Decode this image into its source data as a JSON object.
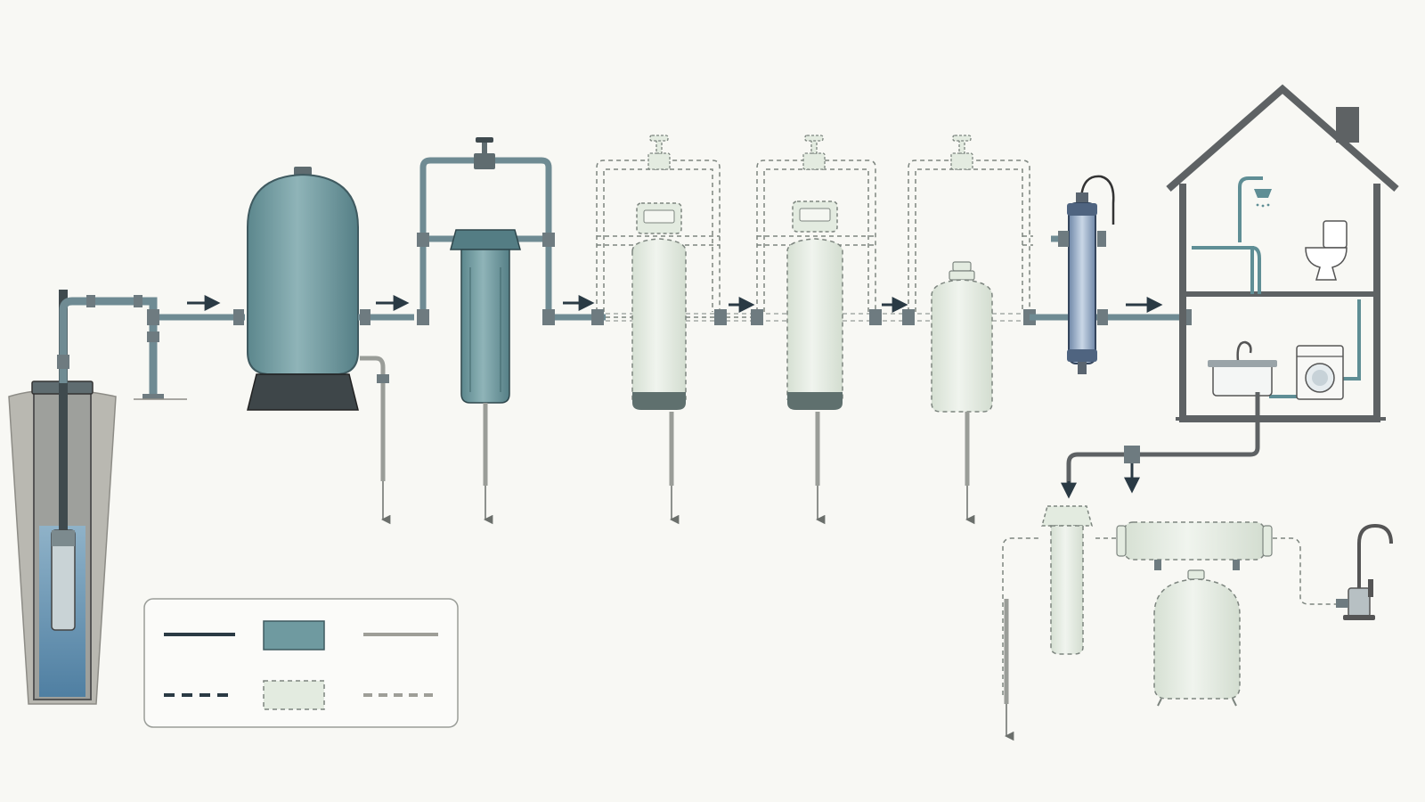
{
  "colors": {
    "background": "#f8f8f4",
    "pipe_solid": "#6f8b93",
    "pipe_outline": "#38474d",
    "fitting": "#6e7b80",
    "installed_fill": "#6f9aa0",
    "installed_fill_light": "#8fb4b8",
    "optional_fill": "#e3ebe0",
    "optional_outline": "#7d857f",
    "flow_arrow": "#2a3a44",
    "drain_line": "#9a9d98",
    "house_outline": "#5e6264",
    "legend_dark": "#2a3a44",
    "legend_gray": "#9e9e98"
  },
  "icons": {
    "well": "well-casing-icon",
    "pump": "submersible-pump-icon",
    "pressure_tank": "pressure-tank-icon",
    "sediment_filter": "cartridge-filter-icon",
    "softener": "softener-tank-icon",
    "uv": "uv-lamp-icon",
    "house": "house-icon",
    "shower": "shower-icon",
    "toilet": "toilet-icon",
    "sink": "sink-icon",
    "washer": "washing-machine-icon",
    "faucet": "faucet-icon"
  },
  "legend": {
    "items": [
      {
        "kind": "installed-pipe"
      },
      {
        "kind": "installed-component"
      },
      {
        "kind": "drain-line"
      },
      {
        "kind": "optional-pipe"
      },
      {
        "kind": "optional-component"
      },
      {
        "kind": "optional-drain"
      }
    ]
  }
}
